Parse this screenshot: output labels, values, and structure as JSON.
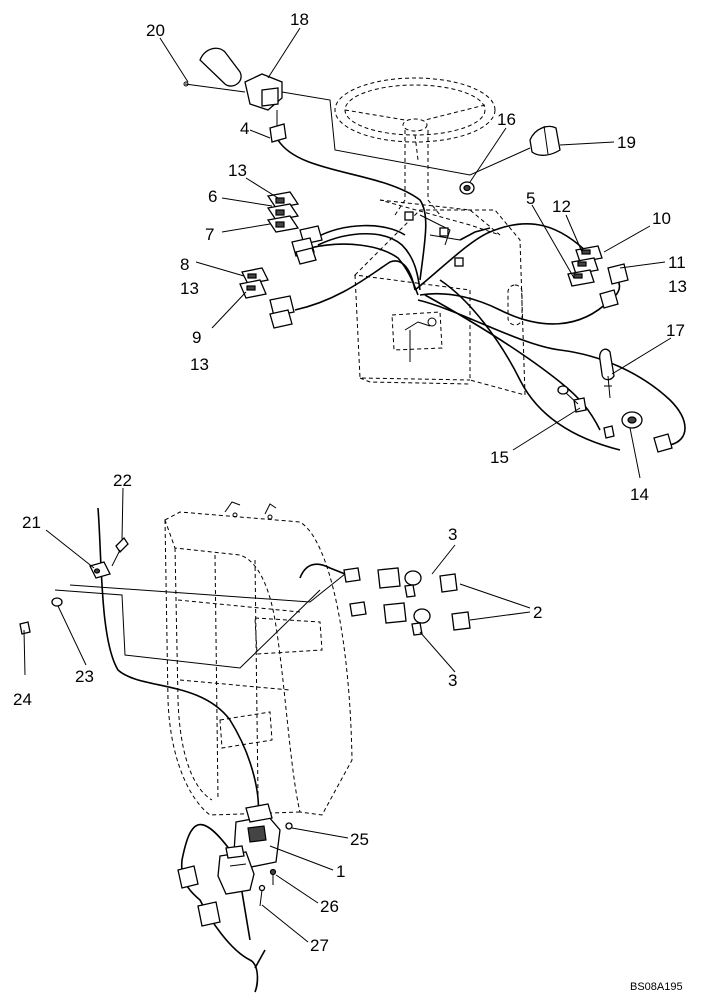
{
  "diagram": {
    "reference_code": "BS08A195",
    "callouts": {
      "c1": "1",
      "c2": "2",
      "c3a": "3",
      "c3b": "3",
      "c4": "4",
      "c5": "5",
      "c6": "6",
      "c7": "7",
      "c8": "8",
      "c9": "9",
      "c10": "10",
      "c11": "11",
      "c12": "12",
      "c13a": "13",
      "c13b": "13",
      "c13c": "13",
      "c13d": "13",
      "c14": "14",
      "c15": "15",
      "c16": "16",
      "c17": "17",
      "c18": "18",
      "c19": "19",
      "c20": "20",
      "c21": "21",
      "c22": "22",
      "c23": "23",
      "c24": "24",
      "c25": "25",
      "c26": "26",
      "c27": "27"
    }
  }
}
